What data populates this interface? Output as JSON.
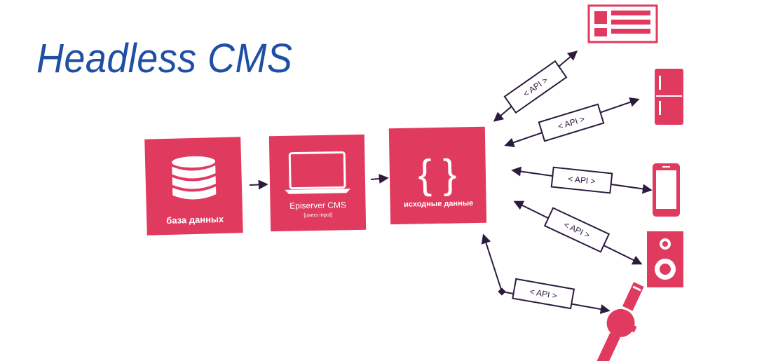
{
  "title": "Headless CMS",
  "nodes": {
    "database": {
      "label": "база данных",
      "icon": "database-icon"
    },
    "cms": {
      "label": "Episerver CMS",
      "sublabel": "[users input]",
      "icon": "laptop-icon"
    },
    "source": {
      "label": "исходные данные",
      "icon": "curly-braces-icon"
    }
  },
  "api_label": "< API >",
  "devices": [
    "website-icon",
    "fridge-icon",
    "smartphone-icon",
    "speaker-icon",
    "smartwatch-icon"
  ],
  "colors": {
    "accent": "#e03a5f",
    "arrow": "#2d1b3f",
    "title": "#1f4fa3"
  }
}
